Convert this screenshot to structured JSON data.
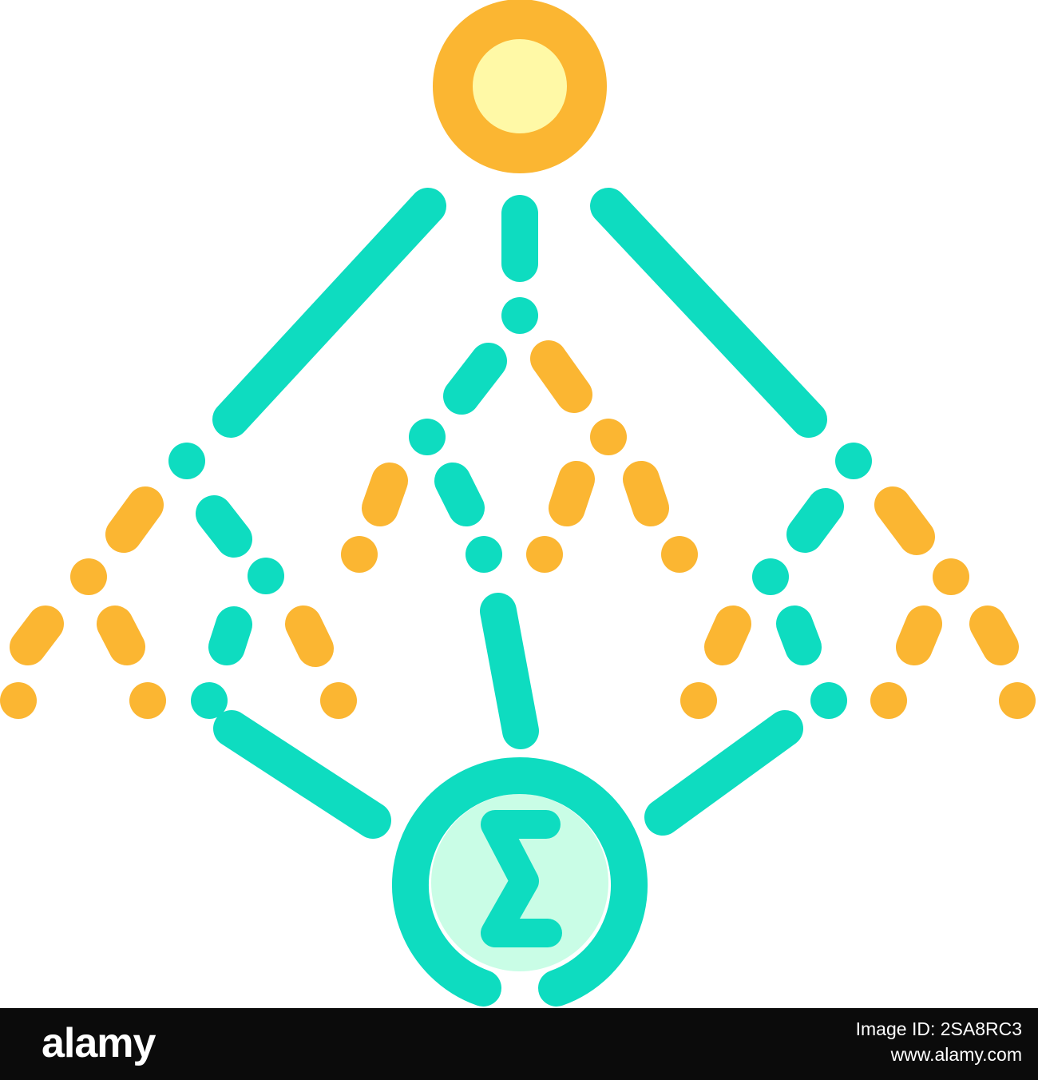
{
  "icon": {
    "name": "random-forest-ensemble-icon",
    "colors": {
      "teal": "#0edcc0",
      "orange": "#fbb632",
      "root_fill": "#fff9a6",
      "sum_fill": "#c9fde6"
    },
    "sum_symbol": "Σ"
  },
  "footer": {
    "brand": "alamy",
    "image_id": "Image ID: 2SA8RC3",
    "site": "www.alamy.com",
    "background": "#0b0b0b"
  }
}
